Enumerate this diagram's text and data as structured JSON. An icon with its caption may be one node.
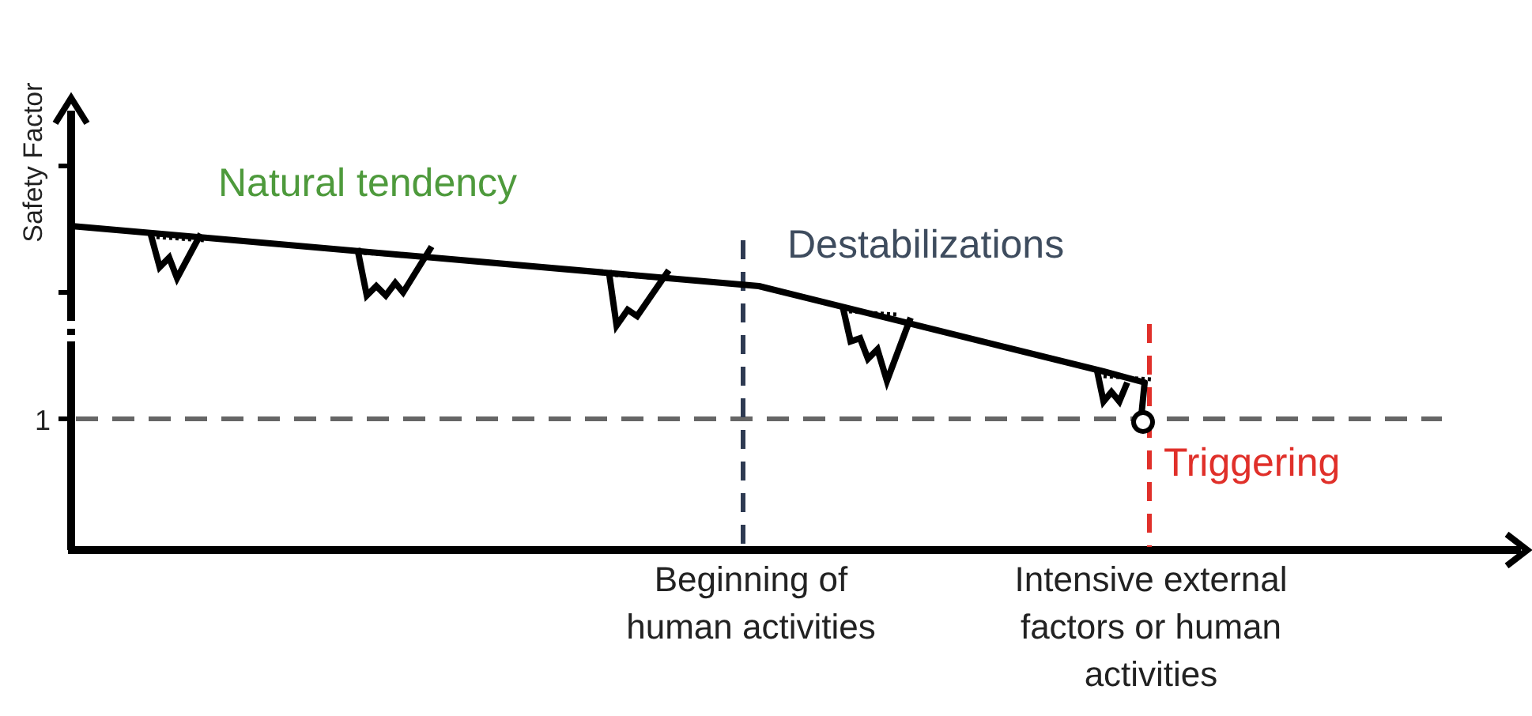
{
  "diagram": {
    "labels": [
      "Safety Factor",
      "Natural tendency",
      "Destabilizations",
      "1",
      "Triggering",
      "Beginning of human activities",
      "Intensive external factors or human activities"
    ]
  }
}
